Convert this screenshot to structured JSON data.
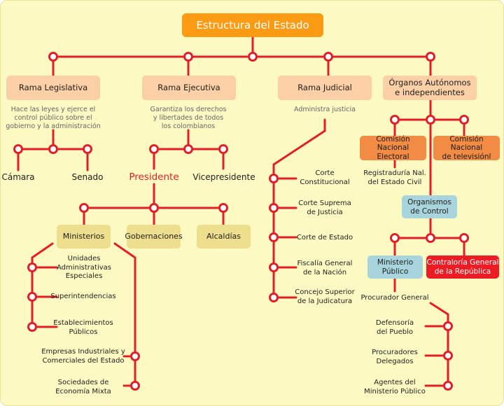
{
  "title": "Estructura del Estado",
  "branches": {
    "legislativa": {
      "label": "Rama Legislativa",
      "description": [
        "Hace las leyes y ejerce el",
        "control público sobre el",
        "gobierno y la administración"
      ],
      "children": [
        "Cámara",
        "Senado"
      ]
    },
    "ejecutiva": {
      "label": "Rama Ejecutiva",
      "description": [
        "Garantiza los derechos",
        "y libertades de todos",
        "los colombianos"
      ],
      "presidente": "Presidente",
      "vicepresidente": "Vicepresidente",
      "levels": [
        "Ministerios",
        "Gobernaciones",
        "Alcaldías"
      ],
      "ministerios_items": [
        [
          "Unidades",
          "Administrativas",
          "Especiales"
        ],
        [
          "Superintendencias"
        ],
        [
          "Establecimientos",
          "Públicos"
        ]
      ],
      "ministerios_items_right": [
        [
          "Empresas Industriales y",
          "Comerciales del Estado"
        ],
        [
          "Sociedades de",
          "Economía Mixta"
        ]
      ]
    },
    "judicial": {
      "label": "Rama Judicial",
      "description": "Administra justicia",
      "items": [
        [
          "Corte",
          "Constitucional"
        ],
        [
          "Corte Suprema",
          "de Justicia"
        ],
        [
          "Corte de Estado"
        ],
        [
          "Fiscalía General",
          "de la Nación"
        ],
        [
          "Concejo Superior",
          "de la Judicatura"
        ]
      ]
    },
    "autonomos": {
      "label": [
        "Órganos Autónomos",
        "e independientes"
      ],
      "cne": [
        "Comisión Nacional",
        "Electoral"
      ],
      "registraduria": [
        "Registraduría Nal.",
        "del Estado Civil"
      ],
      "cntv": [
        "Comisión Nacional",
        "de televisiónl"
      ],
      "control": [
        "Organismos",
        "de Control"
      ],
      "ministerio_publico": [
        "Ministerio",
        "Público"
      ],
      "contraloria": [
        "Contraloría General",
        "de la República"
      ],
      "procurador": "Procurador General",
      "procurador_items": [
        [
          "Defensoría",
          "del Pueblo"
        ],
        [
          "Procuradores",
          "Delegados"
        ],
        [
          "Agentes del",
          "Ministerio Público"
        ]
      ]
    }
  },
  "colors": {
    "background": "#fcf9c3",
    "connector": "#e41e26",
    "title_box": "#fb9a13",
    "branch_box": "#fcd0a6",
    "electoral_box": "#f28b44",
    "control_box": "#a8d4de",
    "executive_level_box": "#eedf8f",
    "contraloria_box": "#ed1c24"
  }
}
